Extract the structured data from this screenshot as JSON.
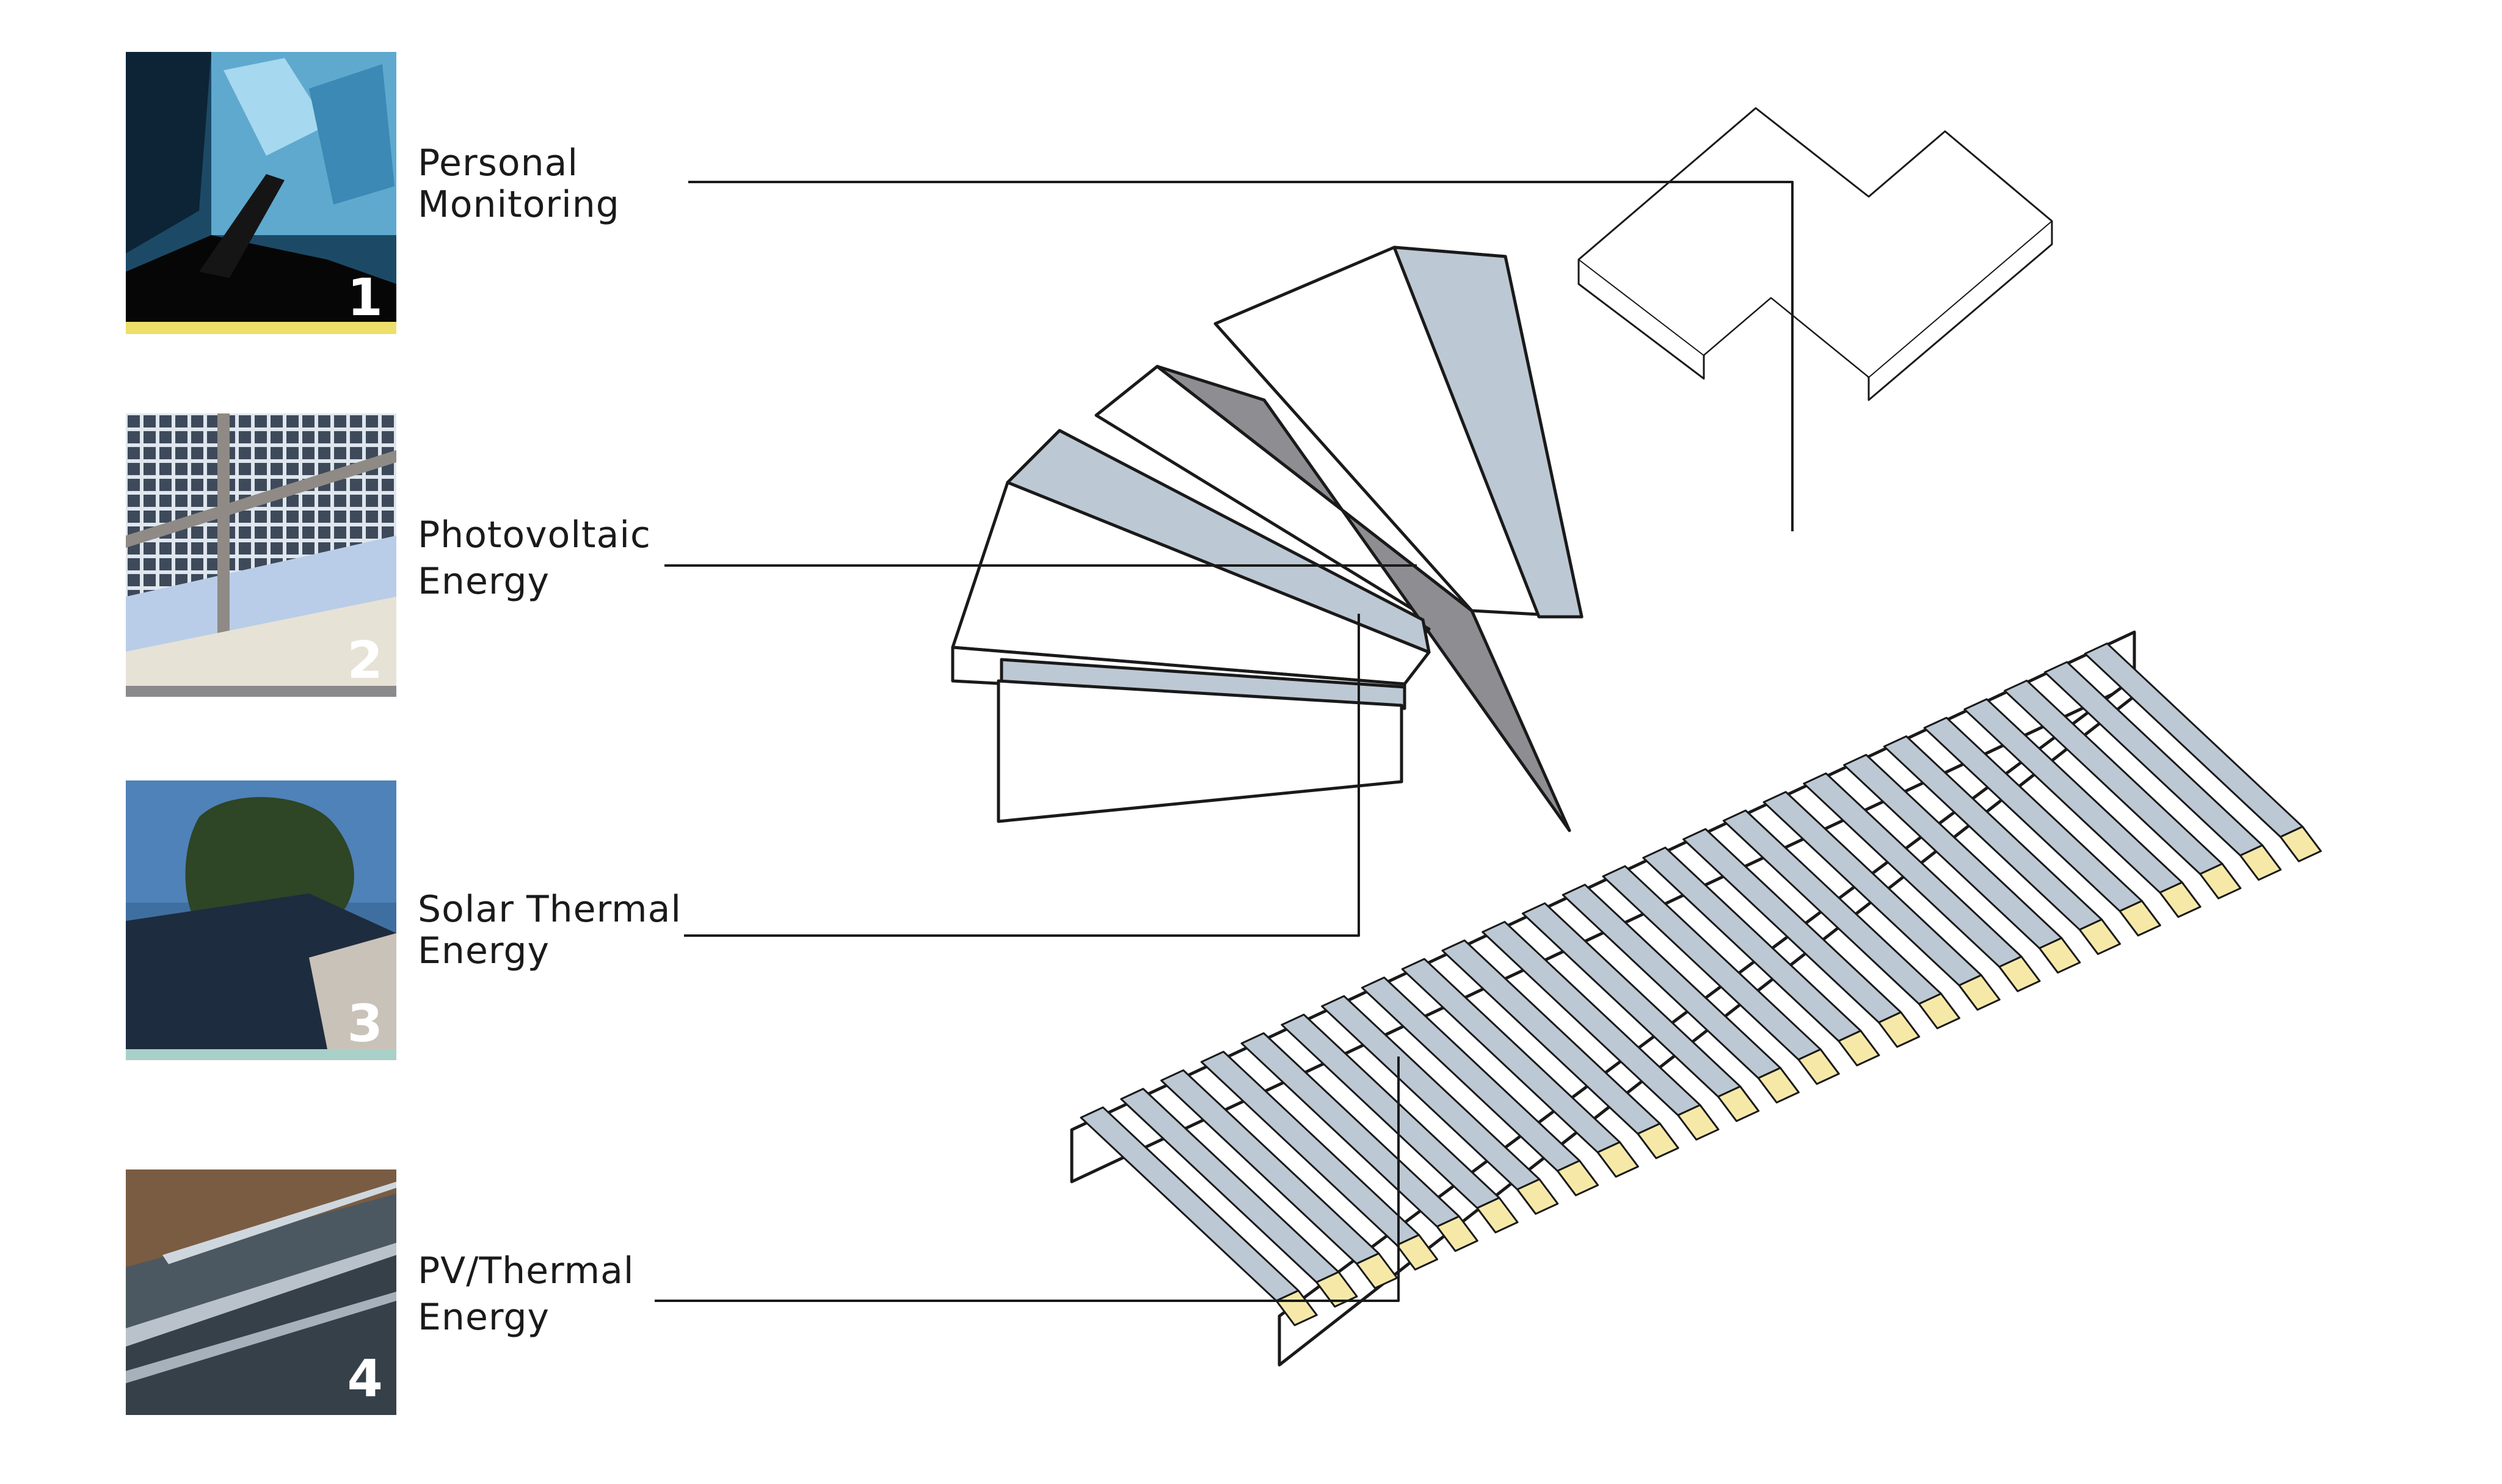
{
  "colors": {
    "accent_1": "#ece06a",
    "accent_2": "#8a8a8c",
    "accent_3": "#a9d0c8",
    "accent_4": "#2f3438",
    "panel_blue": "#bcc8d3",
    "panel_dark": "#8d8d92",
    "insulation_yellow": "#f6e9a8"
  },
  "items": [
    {
      "number": "1",
      "title_line1": "Personal",
      "title_line2": "Monitoring",
      "icon": "touchscreen-photo"
    },
    {
      "number": "2",
      "title_line1": "Photovoltaic",
      "title_line2": "Energy",
      "icon": "photovoltaic-photo"
    },
    {
      "number": "3",
      "title_line1": "Solar Thermal",
      "title_line2": "Energy",
      "icon": "solar-thermal-photo"
    },
    {
      "number": "4",
      "title_line1": "PV/Thermal",
      "title_line2": "Energy",
      "icon": "pv-thermal-photo"
    }
  ]
}
